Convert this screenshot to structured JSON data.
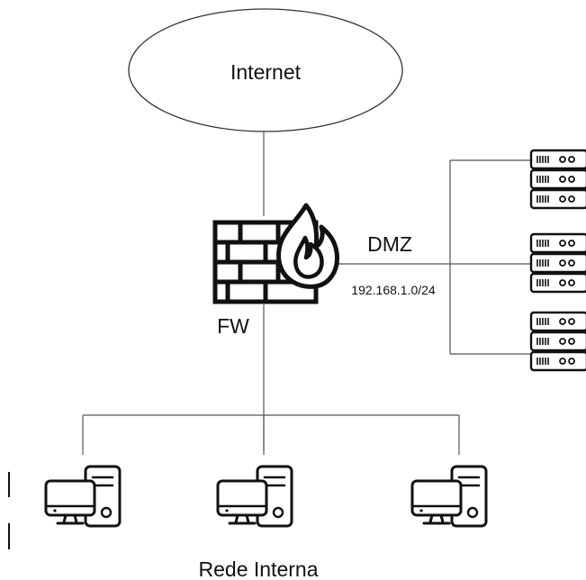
{
  "nodes": {
    "internet": {
      "label": "Internet"
    },
    "firewall": {
      "label": "FW",
      "icon": "firewall-icon"
    },
    "dmz": {
      "label": "DMZ",
      "subnet": "192.168.1.0/24",
      "server_count": 3,
      "icon": "server-rack-icon"
    },
    "internal_network": {
      "label": "Rede Interna",
      "computer_count": 3,
      "icon": "desktop-computer-icon"
    }
  }
}
